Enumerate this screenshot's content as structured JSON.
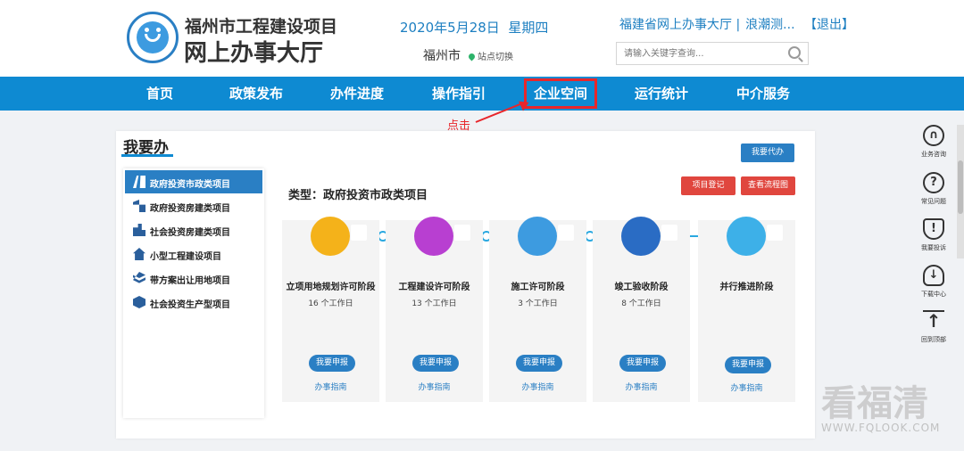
{
  "header": {
    "brand_line1": "福州市工程建设项目",
    "brand_line2": "网上办事大厅",
    "date": "2020年5月28日",
    "weekday": "星期四",
    "city": "福州市",
    "switch_label": "站点切换",
    "portal_link": "福建省网上办事大厅 |",
    "user": "浪潮测... ",
    "logout": "【退出】",
    "search_placeholder": "请输入关键字查询..."
  },
  "nav": {
    "items": [
      "首页",
      "政策发布",
      "办件进度",
      "操作指引",
      "企业空间",
      "运行统计",
      "中介服务"
    ],
    "highlighted": "企业空间"
  },
  "annotation": {
    "click_label": "点击"
  },
  "panel": {
    "title": "我要办",
    "proxy_button": "我要代办",
    "type_label": "类型：政府投资市政类项目",
    "register_button": "项目登记",
    "flow_button": "查看流程图",
    "sidebar": [
      "政府投资市政类项目",
      "政府投资房建类项目",
      "社会投资房建类项目",
      "小型工程建设项目",
      "带方案出让用地项目",
      "社会投资生产型项目"
    ],
    "stages": [
      {
        "name": "立项用地规划许可阶段",
        "days": "16 个工作日",
        "apply": "我要申报",
        "guide": "办事指南",
        "color": "#f4b21a",
        "icon": "folder-icon"
      },
      {
        "name": "工程建设许可阶段",
        "days": "13 个工作日",
        "apply": "我要申报",
        "guide": "办事指南",
        "color": "#b83fd1",
        "icon": "pencil-ruler-icon"
      },
      {
        "name": "施工许可阶段",
        "days": "3 个工作日",
        "apply": "我要申报",
        "guide": "办事指南",
        "color": "#3d9be0",
        "icon": "worker-icon"
      },
      {
        "name": "竣工验收阶段",
        "days": "8 个工作日",
        "apply": "我要申报",
        "guide": "办事指南",
        "color": "#2a6cc4",
        "icon": "badge-check-icon"
      },
      {
        "name": "并行推进阶段",
        "days": "",
        "apply": "我要申报",
        "guide": "办事指南",
        "color": "#3db0e8",
        "icon": "server-icon"
      }
    ]
  },
  "float_bar": {
    "items": [
      {
        "label": "业务咨询",
        "icon": "headset-icon",
        "glyph": "∩"
      },
      {
        "label": "常见问题",
        "icon": "question-icon",
        "glyph": "?"
      },
      {
        "label": "我要投诉",
        "icon": "shield-alert-icon",
        "glyph": "!"
      },
      {
        "label": "下载中心",
        "icon": "cloud-download-icon",
        "glyph": "↓"
      },
      {
        "label": "回到顶部",
        "icon": "back-top-icon",
        "glyph": "↑"
      }
    ]
  },
  "watermark": {
    "text": "看福清",
    "url": "WWW.FQLOOK.COM"
  },
  "colors": {
    "primary": "#0e8ad2",
    "accent_red": "#e8262b",
    "button_blue": "#2a7fc4",
    "button_red": "#e0463e"
  }
}
